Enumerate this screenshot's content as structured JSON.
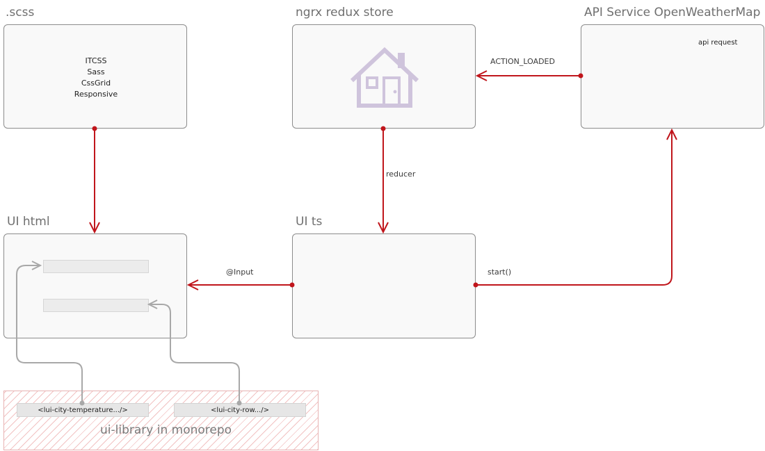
{
  "nodes": {
    "scss": {
      "title": ".scss",
      "lines": [
        "ITCSS",
        "Sass",
        "CssGrid",
        "Responsive"
      ]
    },
    "store": {
      "title": "ngrx redux store",
      "icon": "house-icon"
    },
    "api": {
      "title": "API Service OpenWeatherMap",
      "note": "api request"
    },
    "ui_html": {
      "title": "UI html"
    },
    "ui_ts": {
      "title": "UI ts"
    }
  },
  "edges": {
    "action_loaded": "ACTION_LOADED",
    "reducer": "reducer",
    "input": "@Input",
    "start": "start()"
  },
  "library": {
    "title": "ui-library in monorepo",
    "components": [
      "<lui-city-temperature.../>",
      "<lui-city-row.../>"
    ]
  },
  "colors": {
    "arrow": "#c0151b",
    "connector": "#a8a8a8",
    "house": "#cfc4dc",
    "hatch": "#e27878"
  }
}
